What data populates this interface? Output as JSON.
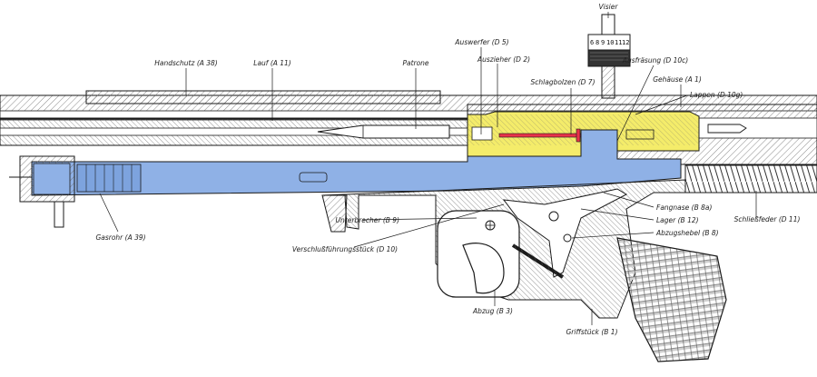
{
  "colors": {
    "line": "#1a1a1a",
    "hatch": "#6a6a6a",
    "blue_fill": "#8fb1e6",
    "yellow_fill": "#f4ec6a",
    "red_fill": "#e8334a",
    "paper": "#ffffff"
  },
  "labels": {
    "handschutz": "Handschutz (A 38)",
    "lauf": "Lauf (A 11)",
    "patrone": "Patrone",
    "auswerfer": "Auswerfer (D 5)",
    "auszieher": "Auszieher (D 2)",
    "schlagbolzen": "Schlagbolzen (D 7)",
    "visier": "Visier",
    "ausfraesung": "Ausfräsung (D 10c)",
    "gehaeuse": "Gehäuse (A 1)",
    "lappen": "Lappen (D 10g)",
    "fangnase": "Fangnase (B 8a)",
    "lager": "Lager (B 12)",
    "abzugshebel": "Abzugshebel (B 8)",
    "schliessfeder": "Schließfeder (D 11)",
    "unterbrecher": "Unterbrecher (B 9)",
    "gasrohr": "Gasrohr (A 39)",
    "verschluss": "Verschlußführungsstück (D 10)",
    "abzug": "Abzug (B 3)",
    "griffstueck": "Griffstück (B 1)"
  },
  "sight_scale": [
    "6",
    "8",
    "9",
    "10",
    "11",
    "12"
  ]
}
